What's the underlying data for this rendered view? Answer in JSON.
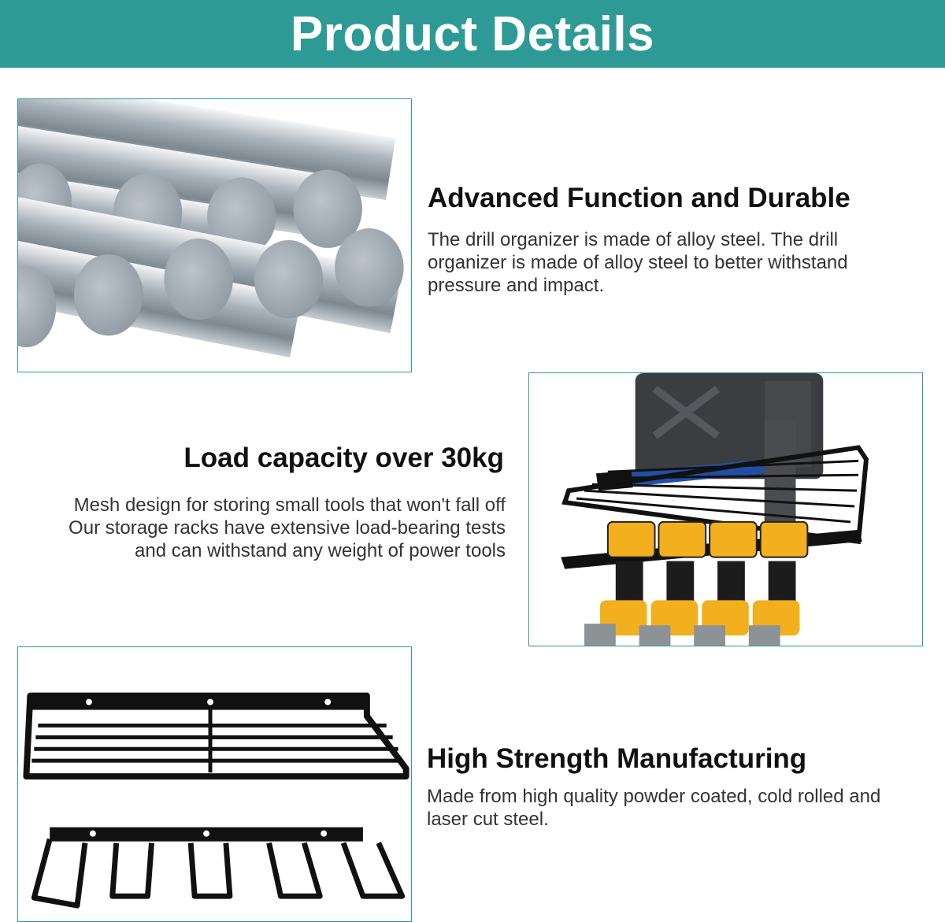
{
  "banner": {
    "title": "Product Details",
    "bg_color": "#2e9a96"
  },
  "sections": [
    {
      "heading": "Advanced Function and Durable",
      "body": "The drill organizer is made of alloy steel. The drill organizer is made of alloy steel to better withstand pressure and impact.",
      "image": "steel-rods-image"
    },
    {
      "heading": "Load capacity over 30kg",
      "body_lines": [
        "Mesh design for storing small tools that won't fall off",
        "Our storage racks have extensive load-bearing tests",
        "and can withstand any weight of power tools"
      ],
      "image": "loaded-tool-rack-image"
    },
    {
      "heading": "High Strength Manufacturing",
      "body": "Made from high quality powder coated, cold rolled and laser cut steel.",
      "image": "shelf-and-drill-holder-image"
    }
  ],
  "colors": {
    "accent": "#2e9a96",
    "heading": "#111111",
    "body": "#333333"
  }
}
